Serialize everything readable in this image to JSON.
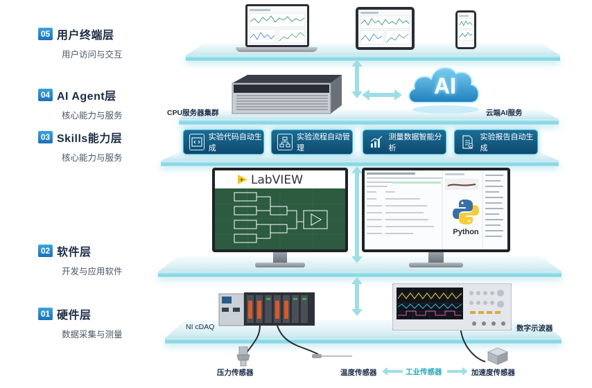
{
  "layers": [
    {
      "num": "05",
      "title": "用户终端层",
      "subtitle": "用户访问与交互"
    },
    {
      "num": "04",
      "title": "AI Agent层",
      "subtitle": "核心能力与服务"
    },
    {
      "num": "03",
      "title": "Skills能力层",
      "subtitle": "核心能力与服务"
    },
    {
      "num": "02",
      "title": "软件层",
      "subtitle": "开发与应用软件"
    },
    {
      "num": "01",
      "title": "硬件层",
      "subtitle": "数据采集与测量"
    }
  ],
  "agent": {
    "cpu_label": "CPU服务器集群",
    "cloud_label": "云端AI服务",
    "cloud_text": "AI"
  },
  "skills": [
    {
      "label": "实验代码自动生成",
      "icon": "code-icon"
    },
    {
      "label": "实验流程自动管理",
      "icon": "flowchart-icon"
    },
    {
      "label": "测量数据智能分析",
      "icon": "bar-chart-icon"
    },
    {
      "label": "实验报告自动生成",
      "icon": "report-icon"
    }
  ],
  "software": {
    "labview_logo": "LabVIEW",
    "python_label": "Python"
  },
  "hardware": {
    "daq_label": "NI cDAQ",
    "scope_label": "数字示波器"
  },
  "sensors": {
    "pressure": "压力传感器",
    "temperature": "温度传感器",
    "industrial": "工业传感器",
    "acceleration": "加速度传感器"
  },
  "colors": {
    "accent": "#1d6fb8",
    "glass_edge": "#7fd3e2",
    "skill_bg": "#0e4a6e",
    "arrow": "#9fdde6"
  }
}
